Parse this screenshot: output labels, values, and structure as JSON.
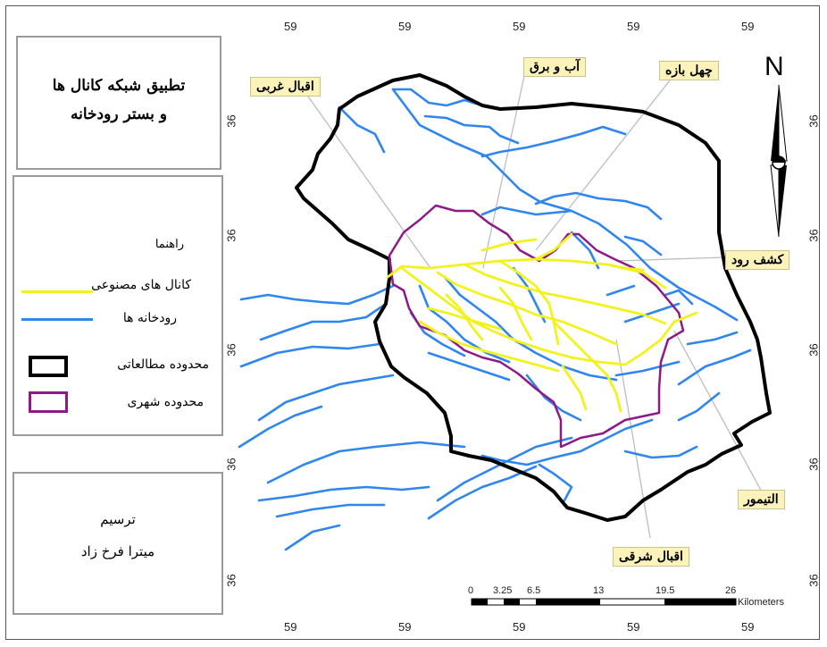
{
  "title": {
    "line1": "تطبیق شبکه کانال ها",
    "line2": "و بستر رودخانه"
  },
  "legend": {
    "heading": "راهنما",
    "items": [
      {
        "label": "کانال های مصنوعی",
        "color": "#f2f21e"
      },
      {
        "label": "رودخانه ها",
        "color": "#2f86ee"
      },
      {
        "label": "محدوده مطالعاتی",
        "color": "#000000"
      },
      {
        "label": "محدوده شهری",
        "color": "#8d1a86"
      }
    ]
  },
  "credit": {
    "line1": "ترسیم",
    "line2": "میترا فرخ زاد"
  },
  "coords": {
    "top": [
      "59",
      "59",
      "59",
      "59",
      "59"
    ],
    "bottom": [
      "59",
      "59",
      "59",
      "59",
      "59"
    ],
    "left": [
      "36",
      "36",
      "36",
      "36",
      "36"
    ],
    "right": [
      "36",
      "36",
      "36",
      "36",
      "36"
    ]
  },
  "callouts": {
    "eqbal_gharbi": "اقبال غربی",
    "ab_barq": "آب و برق",
    "chehel_bazeh": "چهل بازه",
    "kashaf_rud": "کشف رود",
    "eltimour": "التیمور",
    "eqbal_sharqi": "اقبال شرقی"
  },
  "north": {
    "letter": "N"
  },
  "scale_bar": {
    "ticks": [
      "0",
      "3.25",
      "6.5",
      "13",
      "19.5",
      "26"
    ],
    "unit": "Kilometers"
  }
}
